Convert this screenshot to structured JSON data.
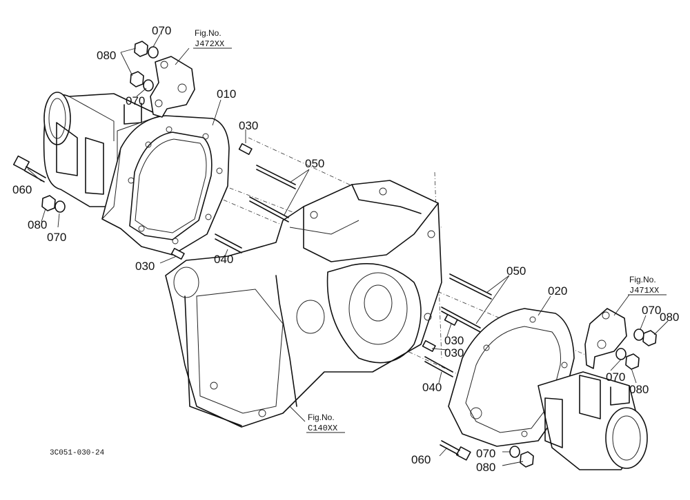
{
  "callouts": {
    "c010": "010",
    "c020": "020",
    "c030a": "030",
    "c030b": "030",
    "c030c": "030",
    "c030d": "030",
    "c040a": "040",
    "c040b": "040",
    "c050a": "050",
    "c050b": "050",
    "c060a": "060",
    "c060b": "060",
    "c070a": "070",
    "c070b": "070",
    "c070c": "070",
    "c070d": "070",
    "c070e": "070",
    "c070f": "070",
    "c080a": "080",
    "c080b": "080",
    "c080c": "080",
    "c080d": "080",
    "c080e": "080"
  },
  "figure_refs": {
    "label": "Fig.No.",
    "top_left": "J472XX",
    "right": "J471XX",
    "bottom": "C140XX"
  },
  "drawing_code": "3C051-030-24"
}
